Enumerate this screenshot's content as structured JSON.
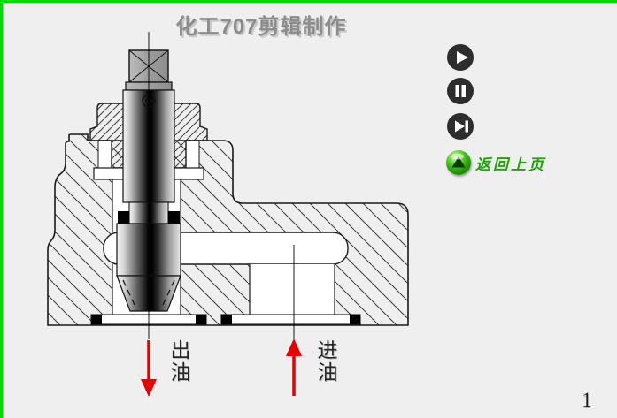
{
  "stage": {
    "background": "#efefef",
    "border_color": "#00dc00",
    "page_number": "1"
  },
  "header": {
    "title": "化工707剪辑制作",
    "title_color": "#8c8c8c"
  },
  "diagram": {
    "outlet_label": "出油",
    "inlet_label": "进油",
    "arrow_color": "#e60000",
    "hatch_color": "#3a3a3a",
    "seal_color": "#000000"
  },
  "controls": {
    "button_color": "#2d2d2d",
    "icons": {
      "play": "play-icon",
      "pause": "pause-icon",
      "next": "skip-next-icon",
      "back": "up-triangle-icon"
    },
    "back_label": "返回上页",
    "back_label_color": "#1ea305"
  }
}
